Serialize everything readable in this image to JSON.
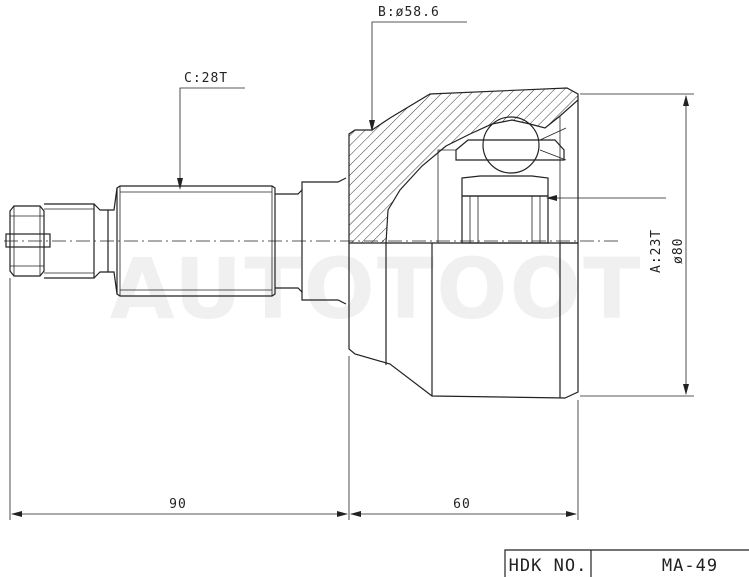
{
  "labels": {
    "bore": "B:ø58.6",
    "shaft_spline": "C:28T",
    "hub_spline": "A:23T",
    "outer_diameter": "ø80"
  },
  "dimensions": {
    "shaft_length": "90",
    "bell_length": "60"
  },
  "title_block": {
    "label": "HDK NO.",
    "value": "MA-49"
  },
  "watermark": "AUTOTOOT",
  "colors": {
    "line": "#222222",
    "background": "#ffffff"
  }
}
